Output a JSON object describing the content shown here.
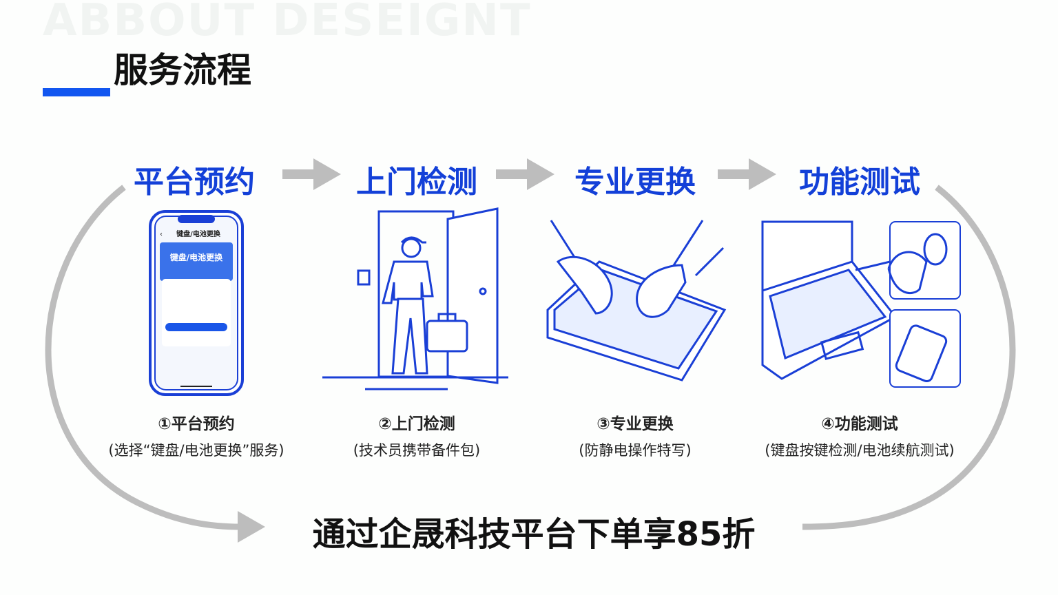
{
  "watermark": "ABBOUT DESEIGNT",
  "section_title": "服务流程",
  "colors": {
    "accent": "#1256f0",
    "heading": "#1340d8",
    "arrow": "#bdbdbd",
    "line": "#1a3fd6"
  },
  "steps": [
    {
      "heading": "平台预约",
      "caption": "①平台预约",
      "detail": "(选择“键盘/电池更换”服务)"
    },
    {
      "heading": "上门检测",
      "caption": "②上门检测",
      "detail": "(技术员携带备件包)"
    },
    {
      "heading": "专业更换",
      "caption": "③专业更换",
      "detail": "(防静电操作特写)"
    },
    {
      "heading": "功能测试",
      "caption": "④功能测试",
      "detail": "(键盘按键检测/电池续航测试)"
    }
  ],
  "phone": {
    "nav_title": "键盘/电池更换",
    "banner_title": "键盘/电池更换"
  },
  "promo": "通过企晟科技平台下单享85折"
}
